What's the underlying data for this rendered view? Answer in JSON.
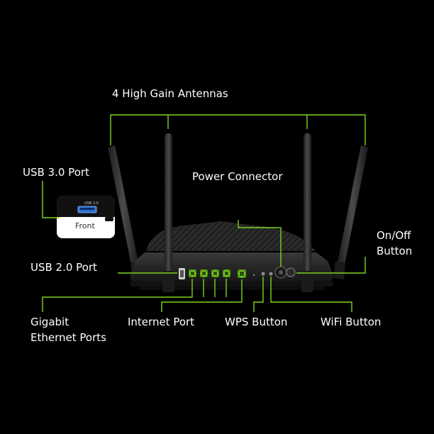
{
  "labels": {
    "antennas": "4 High Gain Antennas",
    "usb3": "USB 3.0 Port",
    "power": "Power Connector",
    "onoff_line1": "On/Off",
    "onoff_line2": "Button",
    "usb2": "USB 2.0 Port",
    "gigabit_line1": "Gigabit",
    "gigabit_line2": "Ethernet Ports",
    "internet": "Internet Port",
    "wps": "WPS Button",
    "wifi": "WiFi Button",
    "front": "Front",
    "usb_tag": "USB 3.0"
  },
  "colors": {
    "background": "#000000",
    "leader_line": "#7ed321",
    "port_glow": "#8fe04a",
    "router_body": "#232323",
    "text": "#ffffff"
  }
}
